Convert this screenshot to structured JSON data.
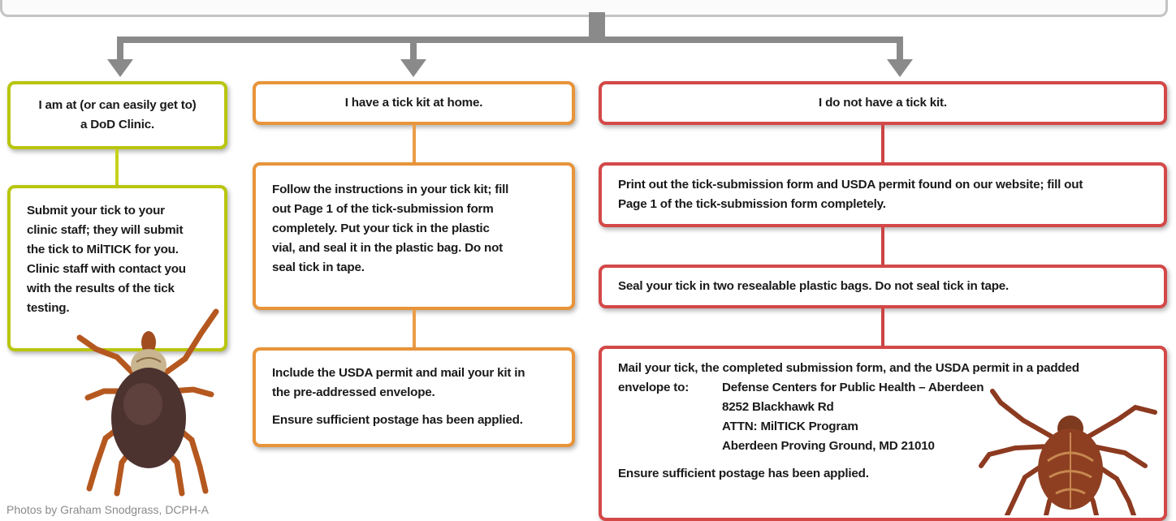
{
  "branches": {
    "clinic": {
      "header": [
        "I am at (or can easily get to)",
        "a DoD Clinic."
      ],
      "step1": [
        "Submit your tick to your",
        "clinic staff; they will submit",
        "the tick to MilTICK for you.",
        "Clinic staff with contact you",
        "with the results of the tick",
        "testing."
      ]
    },
    "kit": {
      "header": "I have a tick kit at home.",
      "step1": [
        "Follow the instructions in your tick kit; fill",
        "out Page 1 of the tick-submission form",
        "completely. Put your tick in the plastic",
        "vial, and seal it in the plastic bag. Do not",
        "seal tick in tape."
      ],
      "step2": [
        "Include the USDA permit and mail your kit in",
        "the pre-addressed envelope."
      ],
      "step2_note": "Ensure sufficient postage has been applied."
    },
    "nokit": {
      "header": "I do not have a tick kit.",
      "step1": [
        "Print out the tick-submission form and USDA permit found on our website; fill out",
        "Page 1 of the tick-submission form completely."
      ],
      "step2": "Seal your tick in two resealable plastic bags. Do not seal tick in tape.",
      "step3_intro": "Mail your tick, the completed submission form, and the USDA permit in a padded",
      "step3_label": "envelope to:",
      "address": [
        "Defense Centers for Public Health – Aberdeen",
        "8252 Blackhawk Rd",
        "ATTN: MilTICK Program",
        "Aberdeen Proving Ground, MD 21010"
      ],
      "step3_note": "Ensure sufficient postage has been applied."
    }
  },
  "credit": "Photos by Graham Snodgrass, DCPH-A",
  "colors": {
    "clinic": "#b9c50e",
    "kit": "#e8943a",
    "nokit": "#d44848",
    "connector": "#8a8a8a"
  }
}
